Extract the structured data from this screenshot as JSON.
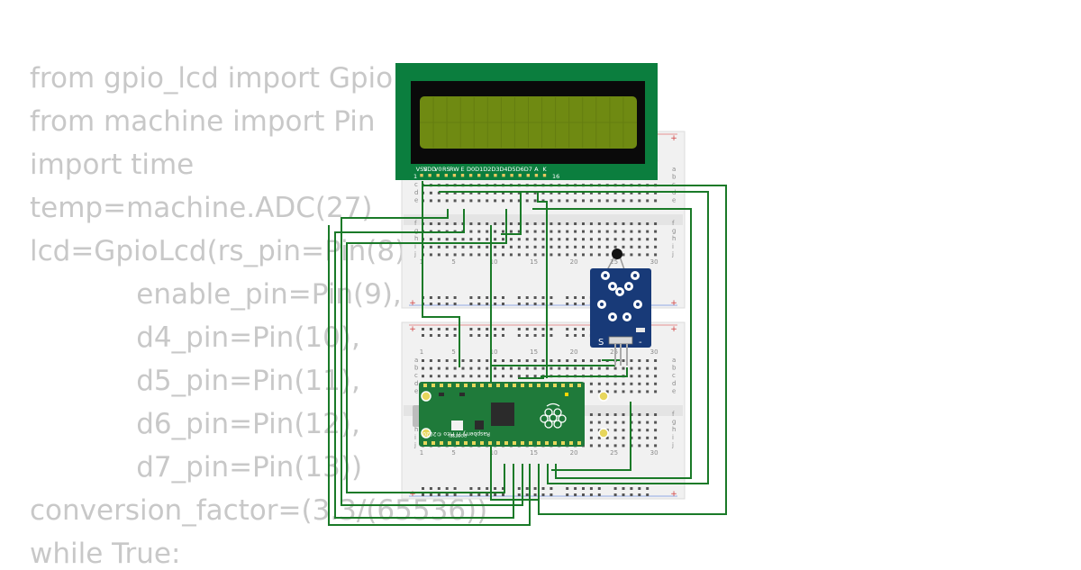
{
  "code": {
    "lines": [
      "from gpio_lcd import GpioLcd",
      "from machine import Pin",
      "import time",
      "temp=machine.ADC(27)",
      "lcd=GpioLcd(rs_pin=Pin(8),",
      "            enable_pin=Pin(9),",
      "            d4_pin=Pin(10),",
      "            d5_pin=Pin(11),",
      "            d6_pin=Pin(12),",
      "            d7_pin=Pin(13))",
      "conversion_factor=(3.3/(65536))",
      "while True:"
    ]
  },
  "lcd": {
    "pin_labels": [
      "VSS",
      "VDD",
      "V0",
      "RS",
      "RW",
      "E",
      "D0",
      "D1",
      "D2",
      "D3",
      "D4",
      "D5",
      "D6",
      "D7",
      "A",
      "K"
    ],
    "first_pin": "1",
    "last_pin": "16",
    "board_color": "#0b7e3e",
    "screen_color": "#6f8a12"
  },
  "breadboard": {
    "column_numbers": [
      "1",
      "5",
      "10",
      "15",
      "20",
      "25",
      "30"
    ],
    "row_letters_top": [
      "a",
      "b",
      "c",
      "d",
      "e"
    ],
    "row_letters_bottom": [
      "f",
      "g",
      "h",
      "i",
      "j"
    ],
    "rail_plus": "+"
  },
  "sensor": {
    "pin_signal": "S",
    "pin_ground": "-",
    "board_color": "#183a78"
  },
  "pico": {
    "label": "Raspberry Pi Pico ©2020",
    "boot_label": "BOOTSEL",
    "board_color": "#1f7a3a"
  },
  "wire_color": "#1a7a28"
}
